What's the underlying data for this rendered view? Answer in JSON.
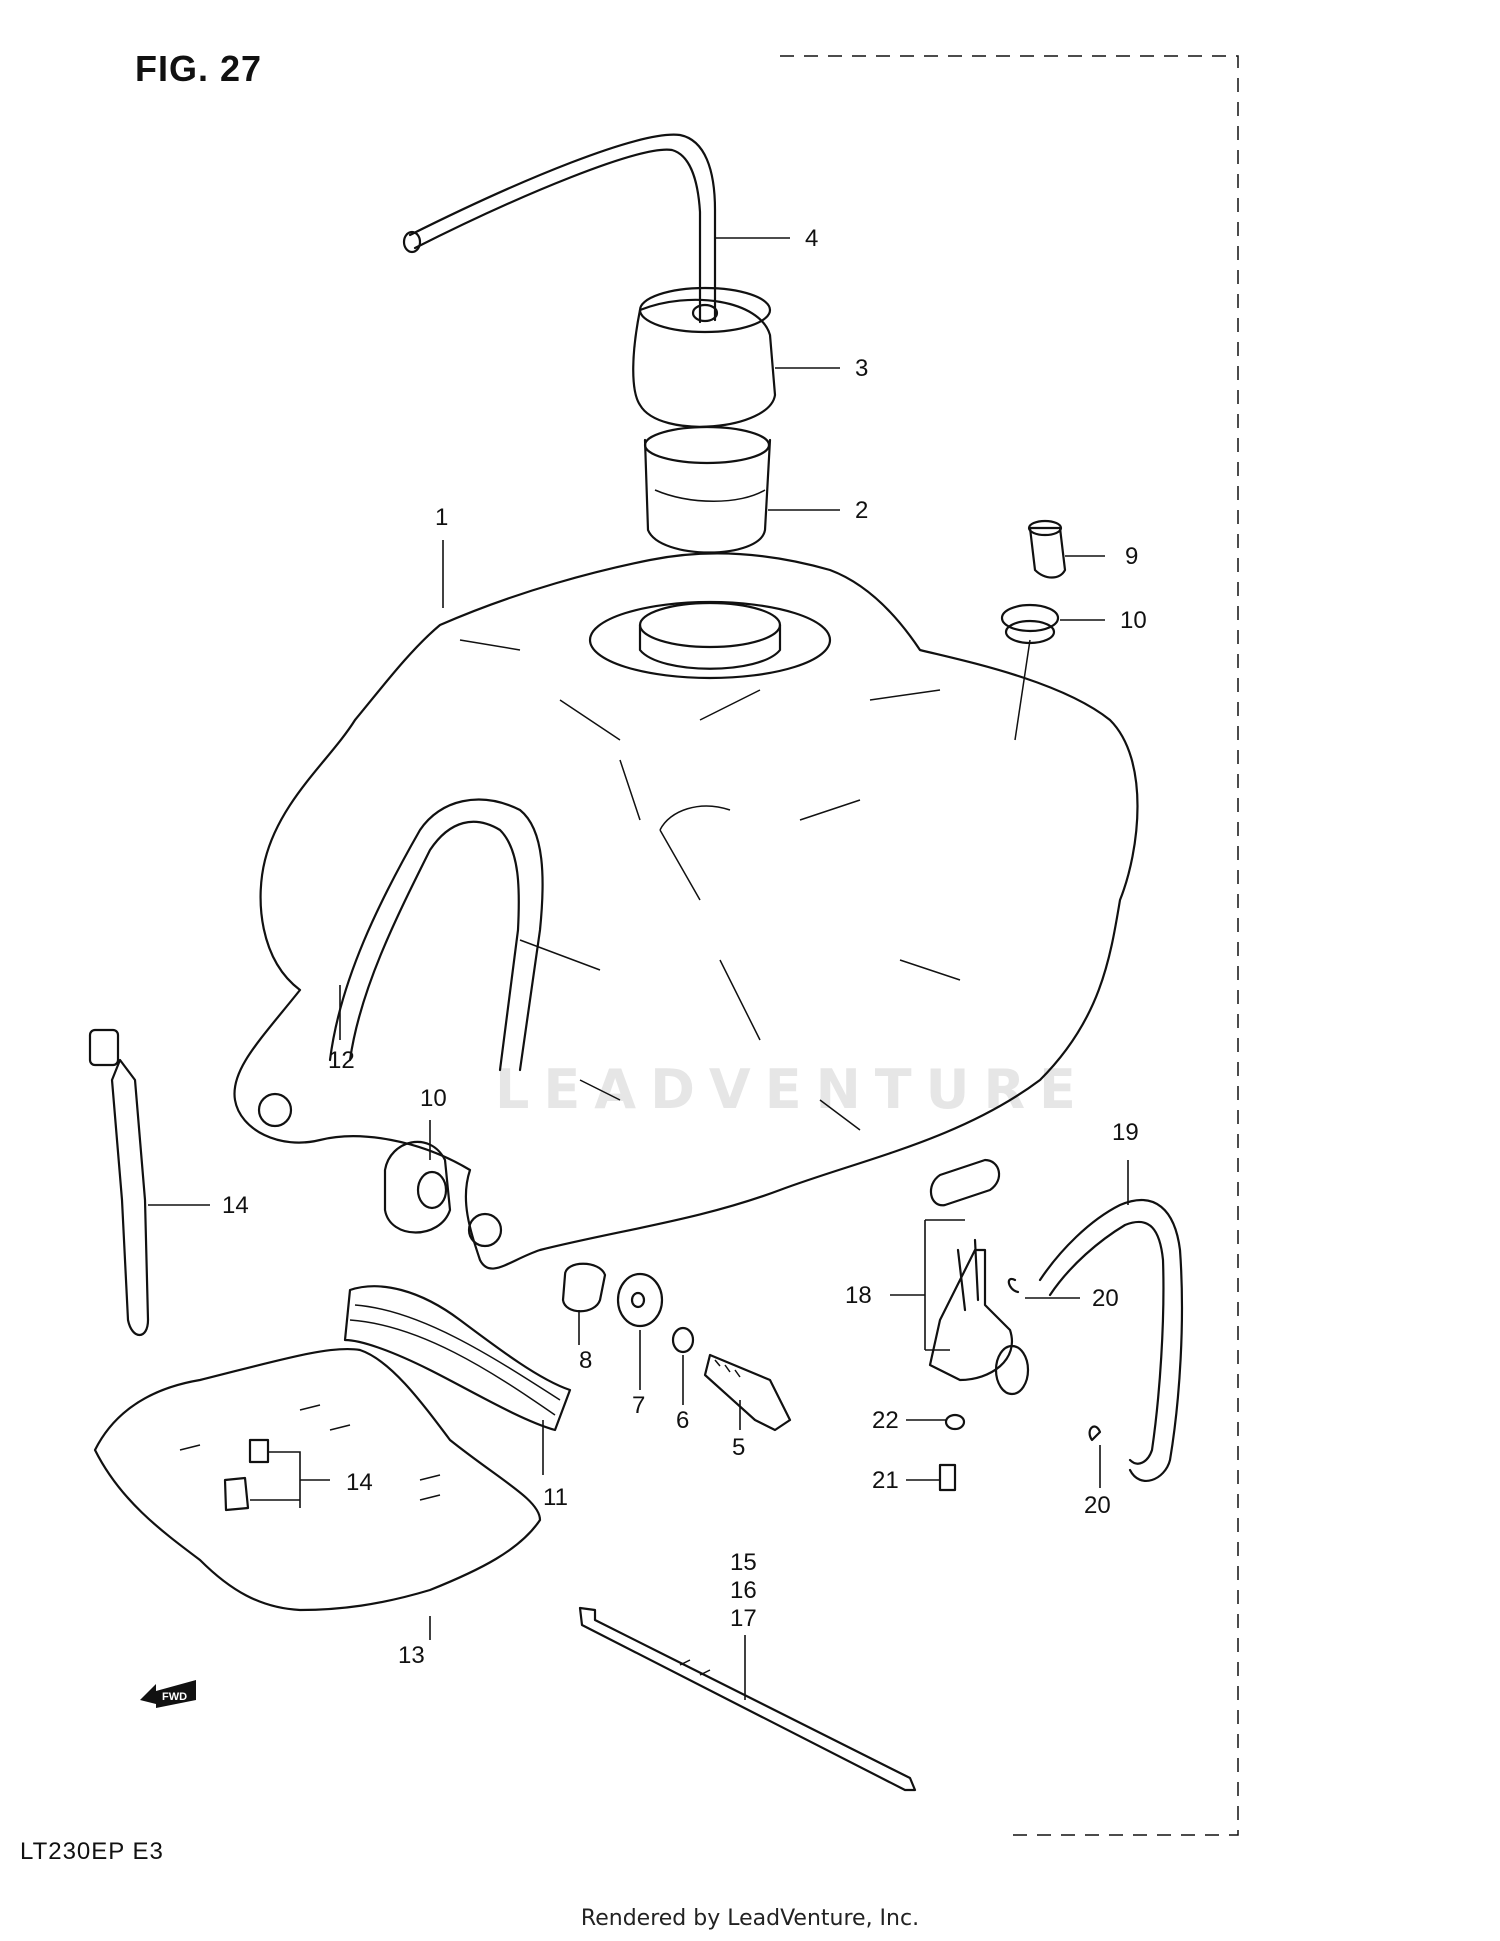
{
  "figure_title": "FIG. 27",
  "model_code": "LT230EP  E3",
  "footer_text": "Rendered by LeadVenture, Inc.",
  "watermark_text": "LEADVENTURE",
  "direction_label": "FWD",
  "callouts": [
    "1",
    "2",
    "3",
    "4",
    "5",
    "6",
    "7",
    "8",
    "9",
    "10",
    "10",
    "11",
    "12",
    "13",
    "14",
    "14",
    "15",
    "16",
    "17",
    "18",
    "19",
    "20",
    "20",
    "21",
    "22"
  ]
}
